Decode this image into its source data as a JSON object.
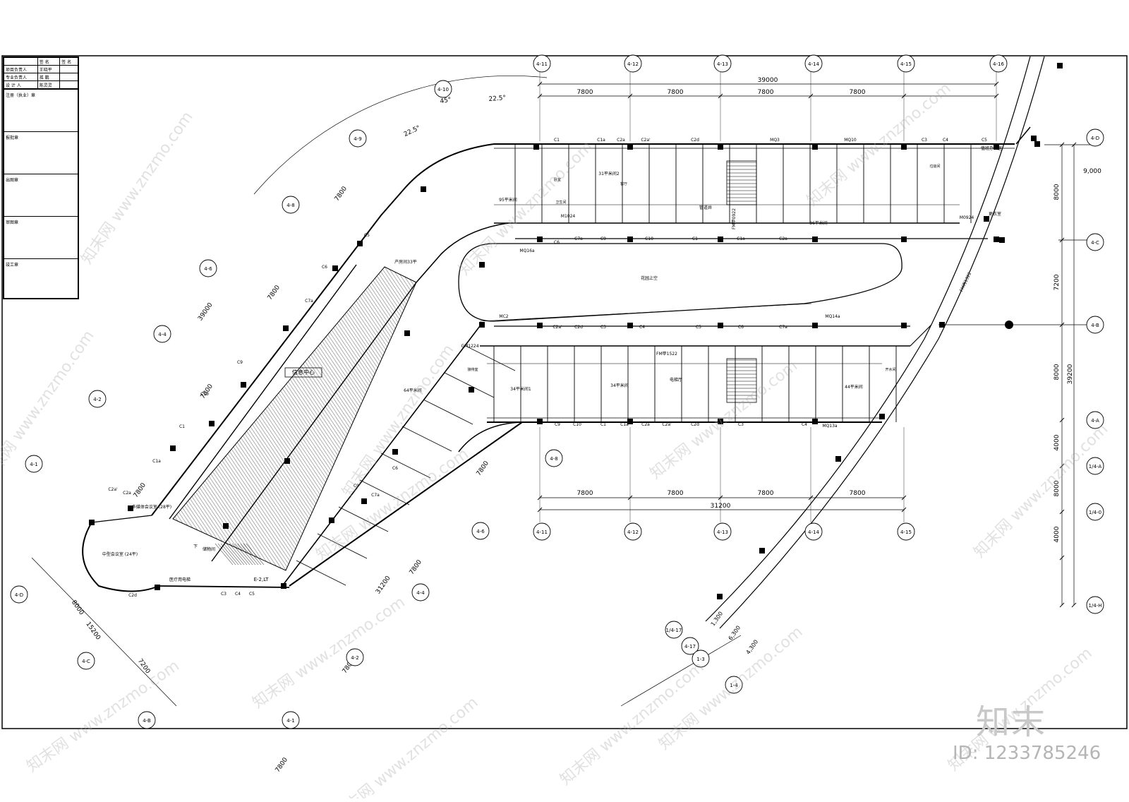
{
  "title_block": {
    "header": [
      "",
      "签 名",
      "签 名"
    ],
    "rows": [
      {
        "role": "项目负责人",
        "name": "王晓平"
      },
      {
        "role": "专业负责人",
        "name": "孤 鹏"
      },
      {
        "role": "设 计 人",
        "name": "陈灵灵"
      }
    ],
    "stamps": [
      "注册（执业）章",
      "报批章",
      "出图章",
      "审图章",
      "竣工章"
    ]
  },
  "plan_labels": {
    "info_center": "信息中心",
    "garden": "花园上空",
    "meeting_28": "多媒体会议室 (28平)",
    "meeting_24": "中型会议室 (24平)",
    "storage": "储物间",
    "medical_lift": "医疗用电梯",
    "stair_e2": "E-2,LT",
    "elevator_hall": "电梯厅",
    "gas_pipe": "管道井",
    "office_a": "值班办公室",
    "office_b": "更衣室",
    "room_95": "95平米间",
    "room_33": "产房间33平",
    "room_64": "64平米间",
    "room_34a": "34平米间1",
    "room_34b": "34平米间",
    "room_36": "36平米间",
    "room_44": "44平米间",
    "room_31": "31平米间2",
    "toilet": "卫生间",
    "bedroom": "卧室",
    "living": "客厅",
    "reception": "接待室",
    "down": "下",
    "kettle": "开水间",
    "trash": "垃圾间"
  },
  "dims": {
    "top_total": "39000",
    "top_bays": [
      "7800",
      "7800",
      "7800",
      "7800"
    ],
    "bottom_total": "31200",
    "bottom_bays": [
      "7800",
      "7800",
      "7800",
      "7800"
    ],
    "right_total": "39200",
    "right_segs": [
      "8000",
      "7200",
      "8000",
      "4000",
      "8000",
      "4000"
    ],
    "right_top": "9,000",
    "left_total": "39000",
    "left_bays": [
      "7800",
      "7800",
      "7800",
      "7800"
    ],
    "angles": [
      "45°",
      "22.5°",
      "22.5°"
    ],
    "lower_total": "31200",
    "lower_bays": [
      "7800",
      "7800",
      "7800",
      "7800"
    ],
    "sw_total": "15200",
    "sw_segs": [
      "8000",
      "7200"
    ],
    "se_segs": [
      "1,300",
      "6,300",
      "4,300"
    ]
  },
  "axes": {
    "top": [
      "4-11",
      "4-12",
      "4-13",
      "4-14",
      "4-15",
      "4-16"
    ],
    "bottom": [
      "4-11",
      "4-12",
      "4-13",
      "4-14",
      "4-15"
    ],
    "right": [
      "4-D",
      "4-C",
      "4-B",
      "4-A",
      "1/4-A",
      "1/4-0",
      "1/4-H"
    ],
    "arc_upper": [
      "4-10",
      "4-9",
      "4-8",
      "4-6",
      "4-4",
      "4-2",
      "4-1"
    ],
    "arc_lower": [
      "4-8",
      "4-6",
      "4-4",
      "4-2",
      "4-1"
    ],
    "left": [
      "4-D",
      "4-C",
      "4-B"
    ],
    "se": [
      "1/4-17",
      "4-17",
      "1-3",
      "1-4"
    ]
  },
  "tags": {
    "windows": [
      "C1",
      "C1a",
      "C2a",
      "C2a'",
      "C2d",
      "C3",
      "C4",
      "C5",
      "C6",
      "C7a",
      "C9",
      "C10"
    ],
    "doors": [
      "MQ3",
      "MQ10",
      "MQ13a",
      "MQ14a",
      "MQ16a",
      "MC2",
      "FM甲1522",
      "FM丙1322",
      "FM甲0922",
      "GM1224",
      "M1024",
      "M0924"
    ]
  },
  "watermark": {
    "site": "www.znzmo.com",
    "brand": "知末网",
    "logo": "知末",
    "id": "ID: 1233785246"
  }
}
